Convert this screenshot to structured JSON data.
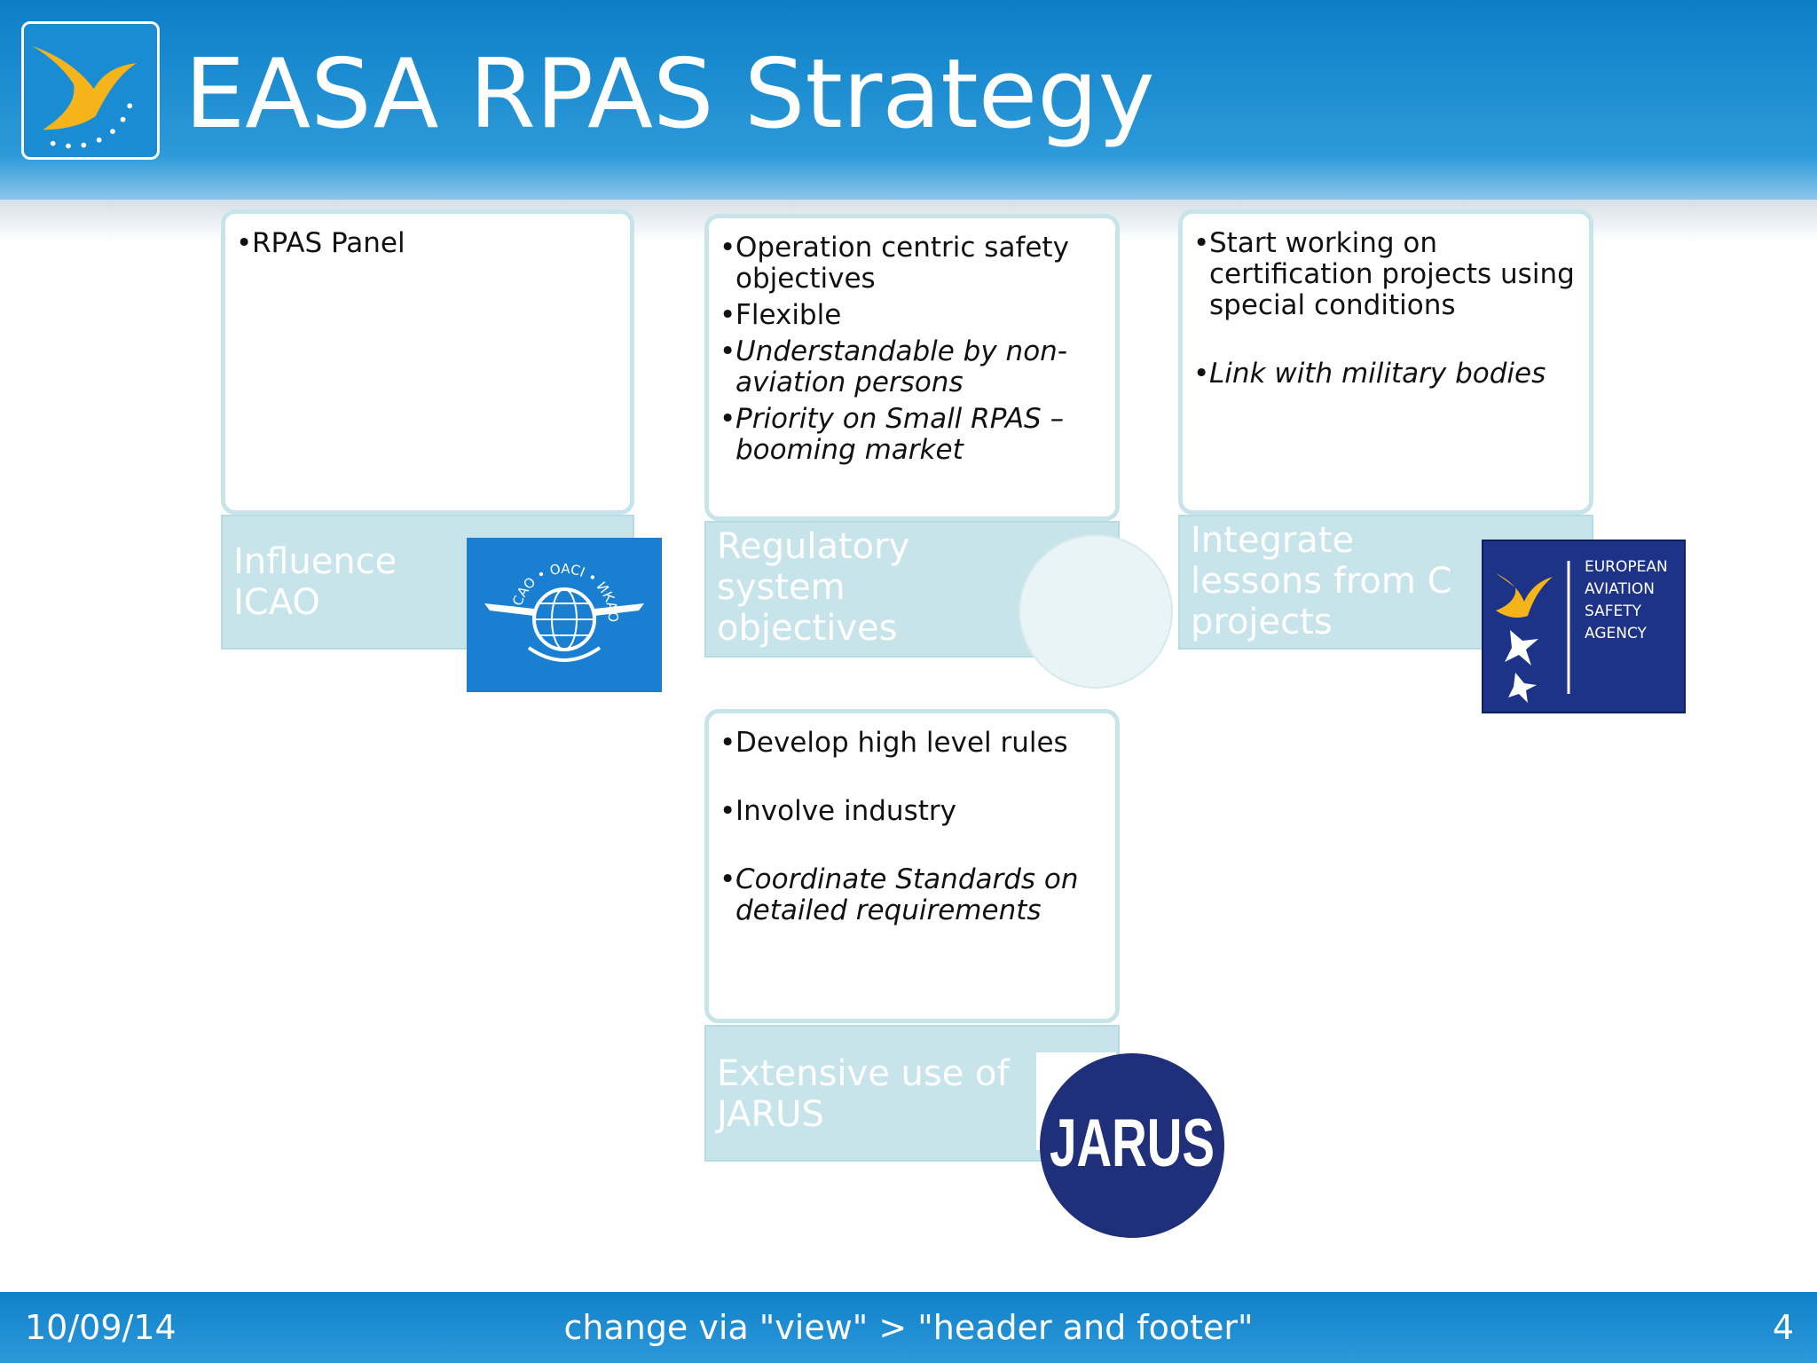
{
  "title": "EASA RPAS Strategy",
  "brand": {
    "header_blue": "#0d7fc7",
    "band_color": "#c7e4ea",
    "easa_navy": "#1d3387",
    "jarus_navy": "#1f2f7a"
  },
  "columns": [
    {
      "bullets": [
        {
          "text": "RPAS Panel",
          "italic": false
        }
      ],
      "band_label": "Influence ICAO"
    },
    {
      "bullets": [
        {
          "text": "Operation centric safety objectives",
          "italic": false
        },
        {
          "text": "Flexible",
          "italic": false
        },
        {
          "text": "Understandable by non-aviation persons",
          "italic": true
        },
        {
          "text": "Priority on Small RPAS – booming market",
          "italic": true
        }
      ],
      "band_label": "Regulatory system objectives"
    },
    {
      "bullets": [
        {
          "text": "Start working on certification projects  using special conditions",
          "italic": false
        },
        {
          "text": "Link with military bodies",
          "italic": true
        }
      ],
      "band_label": "Integrate lessons from C projects"
    },
    {
      "bullets": [
        {
          "text": "Develop high level rules",
          "italic": false
        },
        {
          "text": "Involve industry",
          "italic": false
        },
        {
          "text": "Coordinate Standards on detailed requirements",
          "italic": true
        }
      ],
      "band_label": "Extensive use of JARUS"
    }
  ],
  "logos": {
    "icao_ring": "ICAO • OACI • ИКАО",
    "easa_lines": [
      "EUROPEAN",
      "AVIATION",
      "SAFETY",
      "AGENCY"
    ],
    "jarus": "JARUS"
  },
  "footer": {
    "date": "10/09/14",
    "center": "change via \"view\" > \"header and footer\"",
    "page": "4"
  }
}
